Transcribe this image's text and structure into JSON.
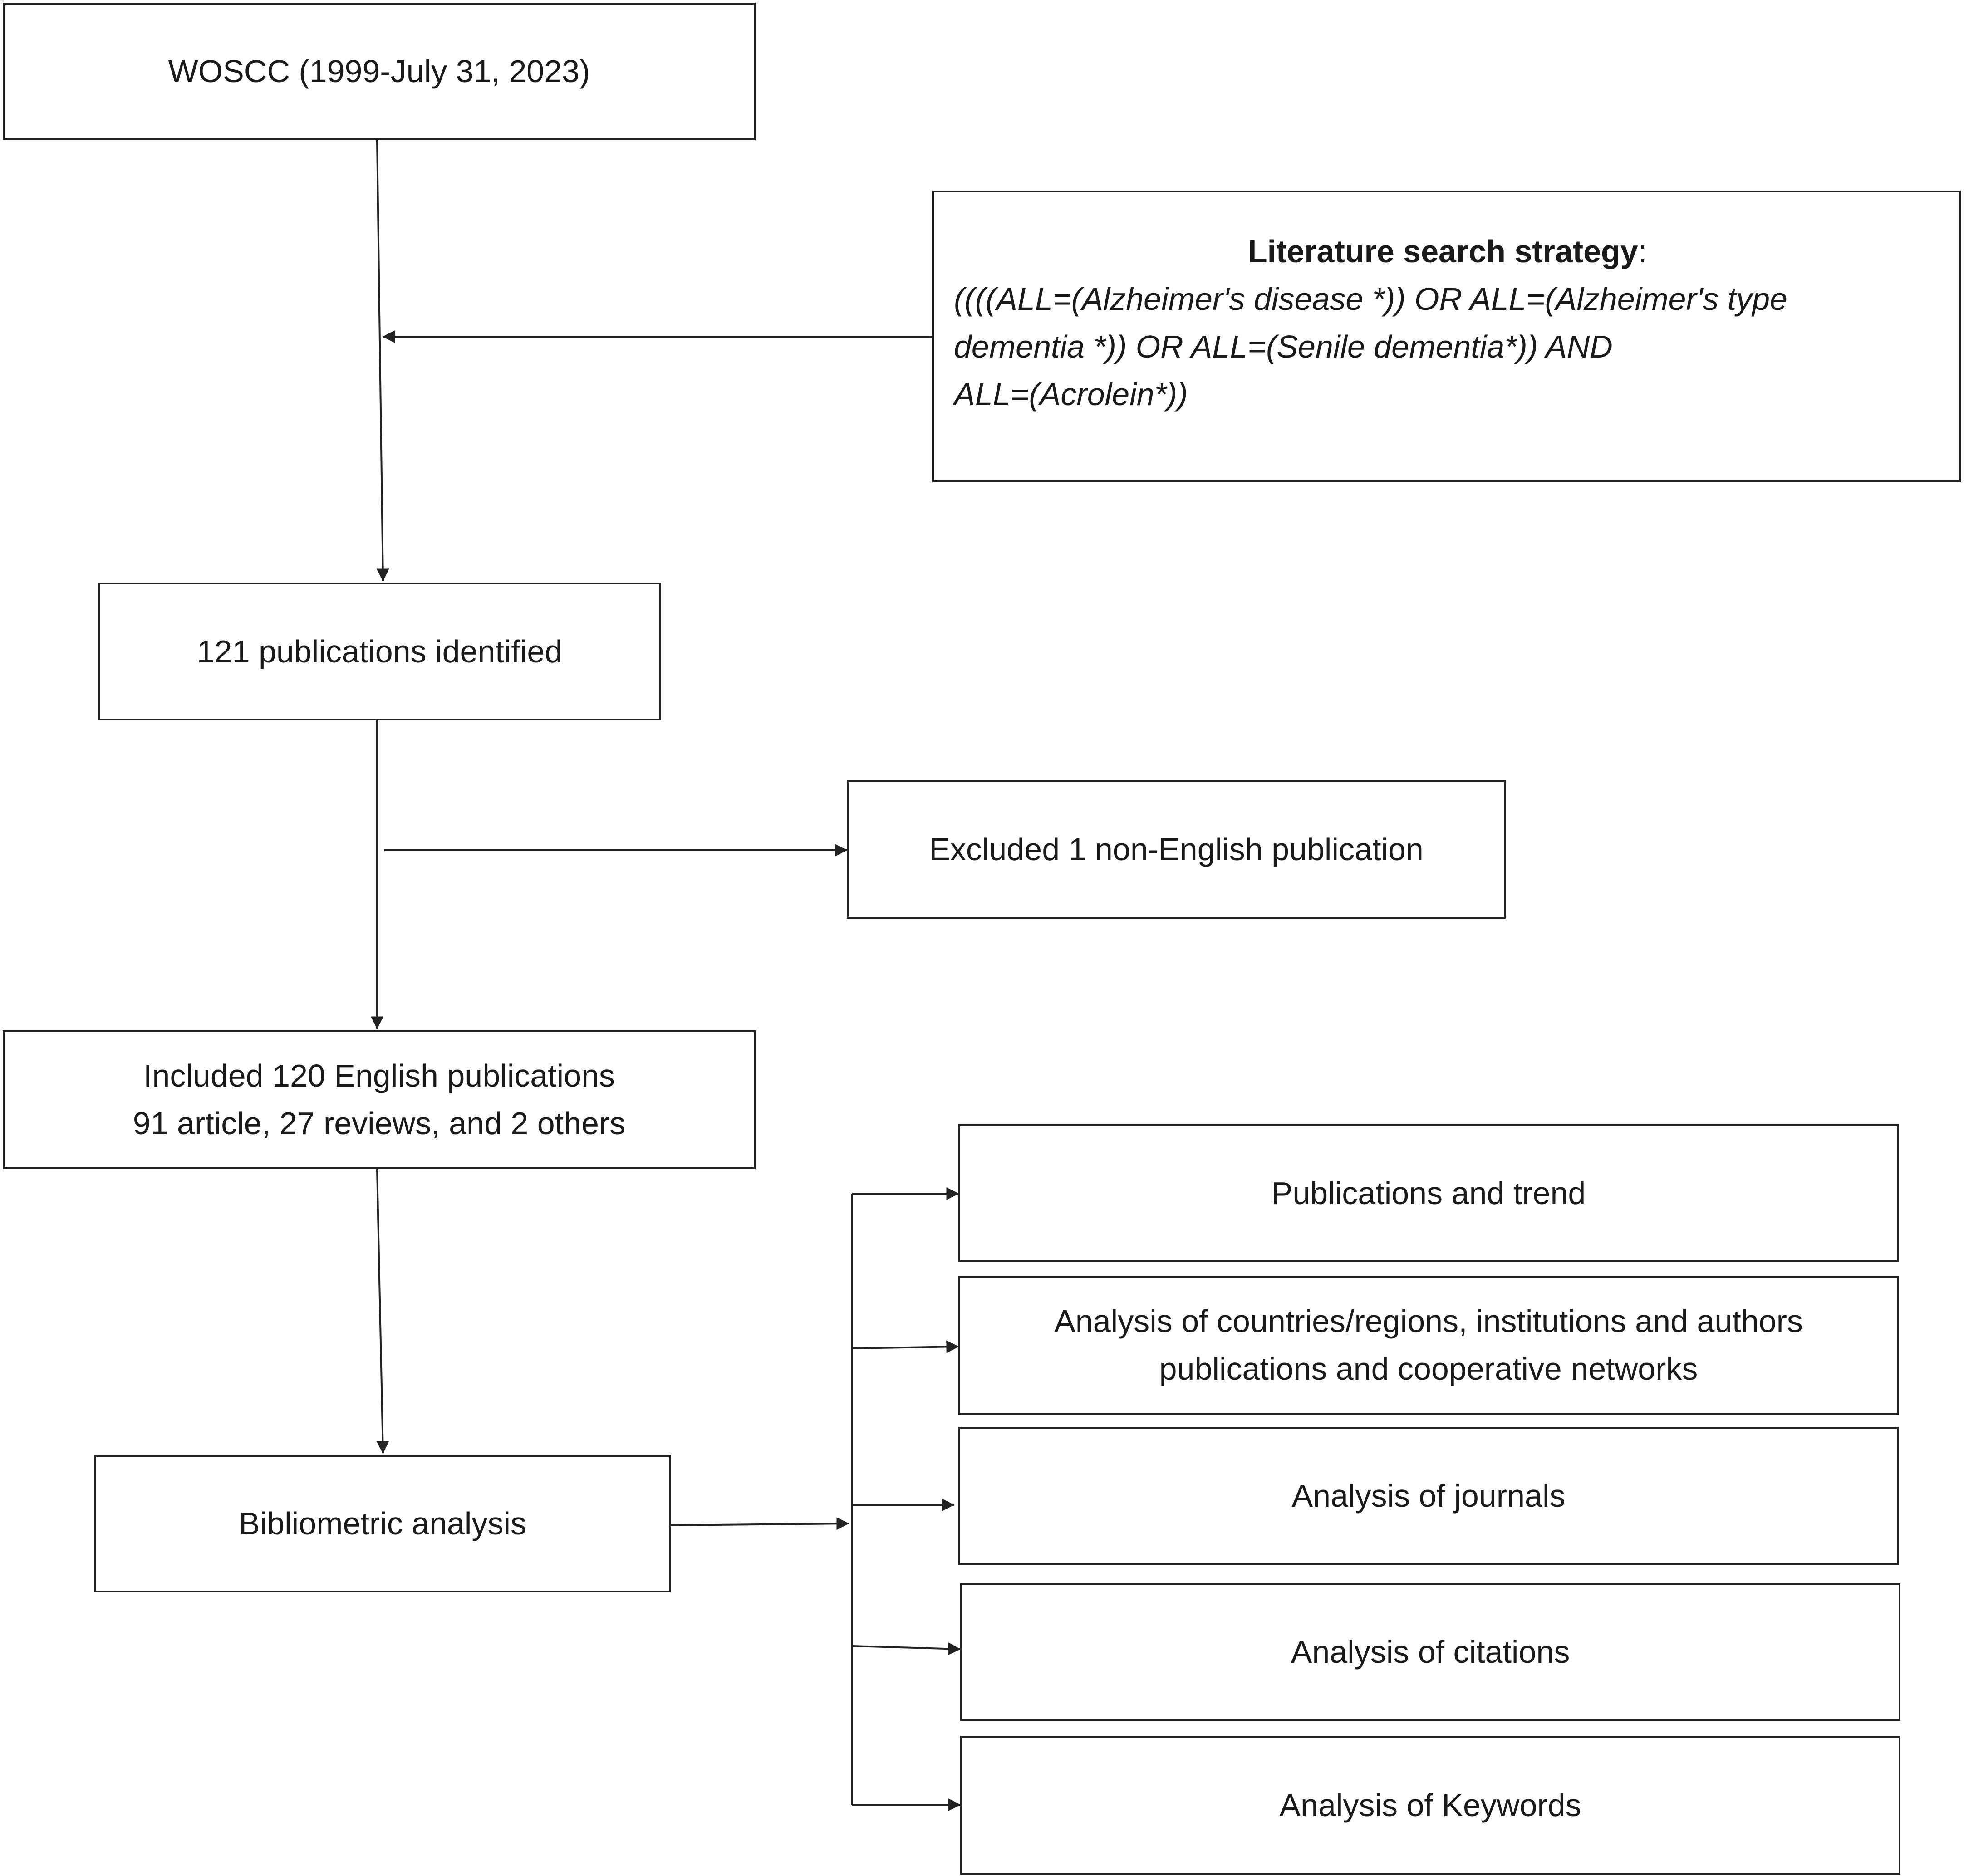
{
  "diagram": {
    "nodes": {
      "source": {
        "text": "WOSCC (1999-July 31, 2023)"
      },
      "strategy": {
        "heading": "Literature search strategy",
        "heading_suffix": ":",
        "query_lines": [
          "((((ALL=(Alzheimer's disease *)) OR ALL=(Alzheimer's type",
          "dementia *)) OR ALL=(Senile dementia*)) AND",
          "ALL=(Acrolein*))"
        ]
      },
      "identified": {
        "text": "121 publications identified"
      },
      "excluded": {
        "text": "Excluded 1 non-English publication"
      },
      "included": {
        "lines": [
          "Included 120 English publications",
          "91 article,  27 reviews, and 2 others"
        ]
      },
      "bibliometric": {
        "text": "Bibliometric analysis"
      },
      "outcomes": [
        {
          "lines": [
            "Publications and trend"
          ]
        },
        {
          "lines": [
            "Analysis of countries/regions, institutions and authors",
            "publications and cooperative networks"
          ]
        },
        {
          "lines": [
            "Analysis of journals"
          ]
        },
        {
          "lines": [
            "Analysis of citations"
          ]
        },
        {
          "lines": [
            "Analysis of Keywords"
          ]
        }
      ]
    },
    "colors": {
      "line": "#222222",
      "text": "#1a1a1a",
      "background": "#ffffff"
    }
  }
}
